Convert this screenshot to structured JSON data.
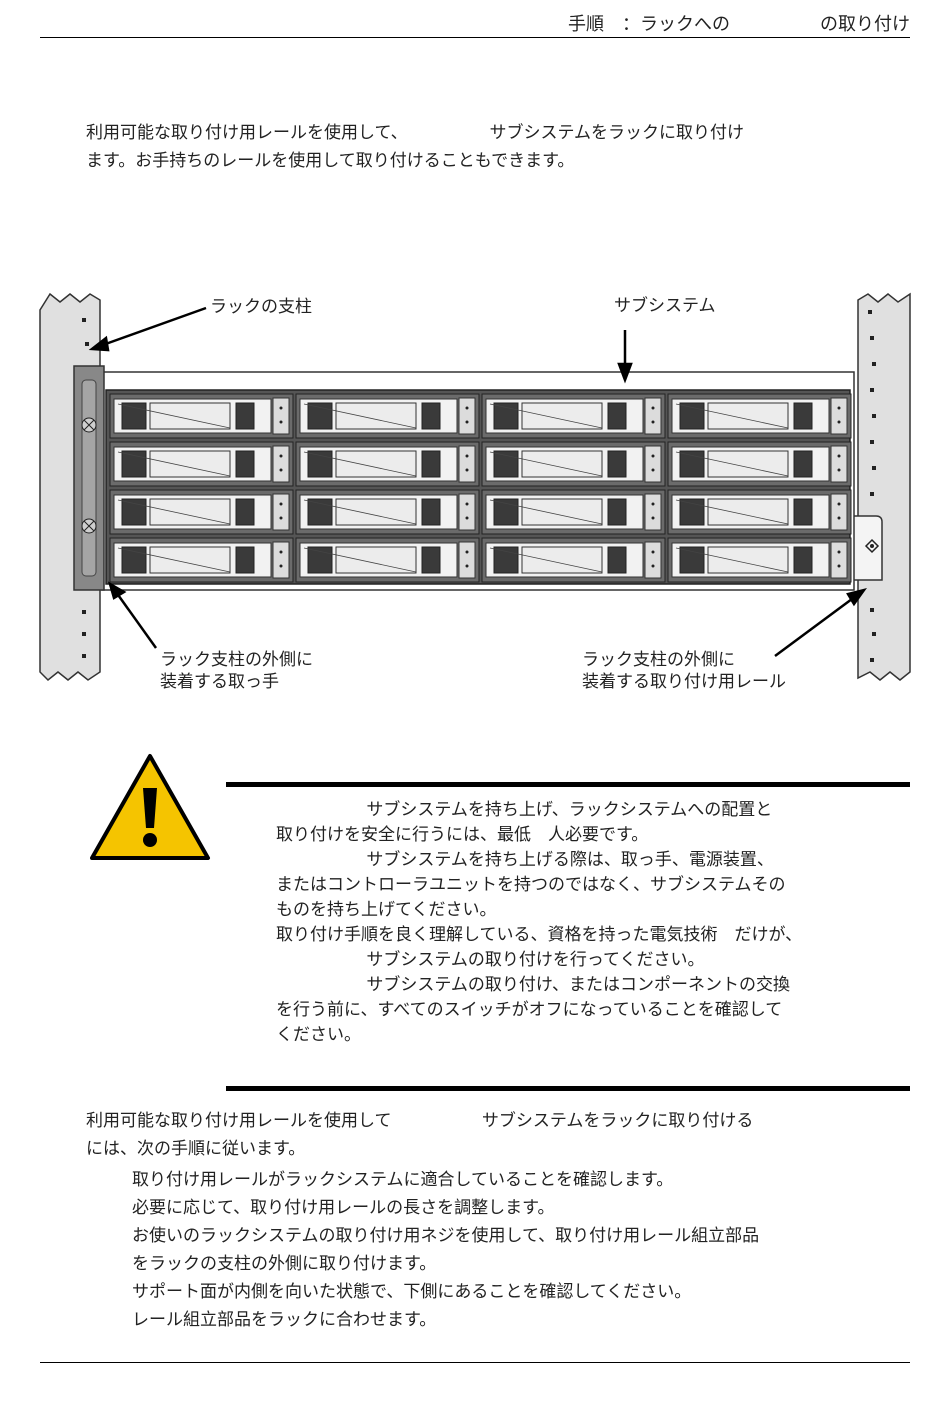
{
  "header": {
    "title": "手順　：ラックへの　　　　　の取り付け"
  },
  "intro": {
    "line1": "利用可能な取り付け用レールを使用して、　　　　　 サブシステムをラックに取り付け",
    "line2": "ます。お手持ちのレールを使用して取り付けることもできます。"
  },
  "figure": {
    "rack_post_label": "ラックの支柱",
    "subsystem_label": "サブシステム",
    "handle_label_line1": "ラック支柱の外側に",
    "handle_label_line2": "装着する取っ手",
    "rail_label_line1": "ラック支柱の外側に",
    "rail_label_line2": "装着する取り付け用レール"
  },
  "warning": {
    "icon": "warning-triangle-icon",
    "icon_color": "#f5c400",
    "lines": [
      "　　　　　 サブシステムを持ち上げ、ラックシステムへの配置と",
      "取り付けを安全に行うには、最低　人必要です。",
      "　　　　　 サブシステムを持ち上げる際は、取っ手、電源装置、",
      "またはコントローラユニットを持つのではなく、サブシステムその",
      "ものを持ち上げてください。",
      "取り付け手順を良く理解している、資格を持った電気技術　だけが、",
      "　　　　　 サブシステムの取り付けを行ってください。",
      "　　　　　 サブシステムの取り付け、またはコンポーネントの交換",
      "を行う前に、すべてのスイッチがオフになっていることを確認して",
      "ください。"
    ]
  },
  "procedure": {
    "intro_line1": "利用可能な取り付け用レールを使用して　　　　　 サブシステムをラックに取り付ける",
    "intro_line2": "には、次の手順に従います。",
    "steps": [
      "取り付け用レールがラックシステムに適合していることを確認します。",
      "必要に応じて、取り付け用レールの長さを調整します。",
      "お使いのラックシステムの取り付け用ネジを使用して、取り付け用レール組立部品",
      "をラックの支柱の外側に取り付けます。",
      "サポート面が内側を向いた状態で、下側にあることを確認してください。",
      "レール組立部品をラックに合わせます。"
    ]
  }
}
